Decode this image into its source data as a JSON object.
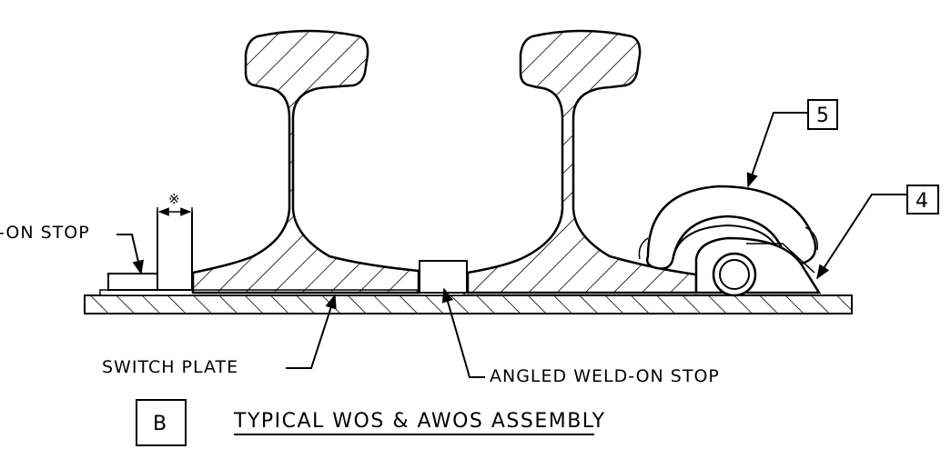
{
  "labels": {
    "weld_on_stop": "-ON STOP",
    "dimension_mark": "※",
    "switch_plate": "SWITCH PLATE",
    "angled_weld_on_stop": "ANGLED WELD-ON STOP",
    "callout_5": "5",
    "callout_4": "4"
  },
  "title": {
    "view_letter": "B",
    "text": "TYPICAL WOS & AWOS ASSEMBLY"
  }
}
